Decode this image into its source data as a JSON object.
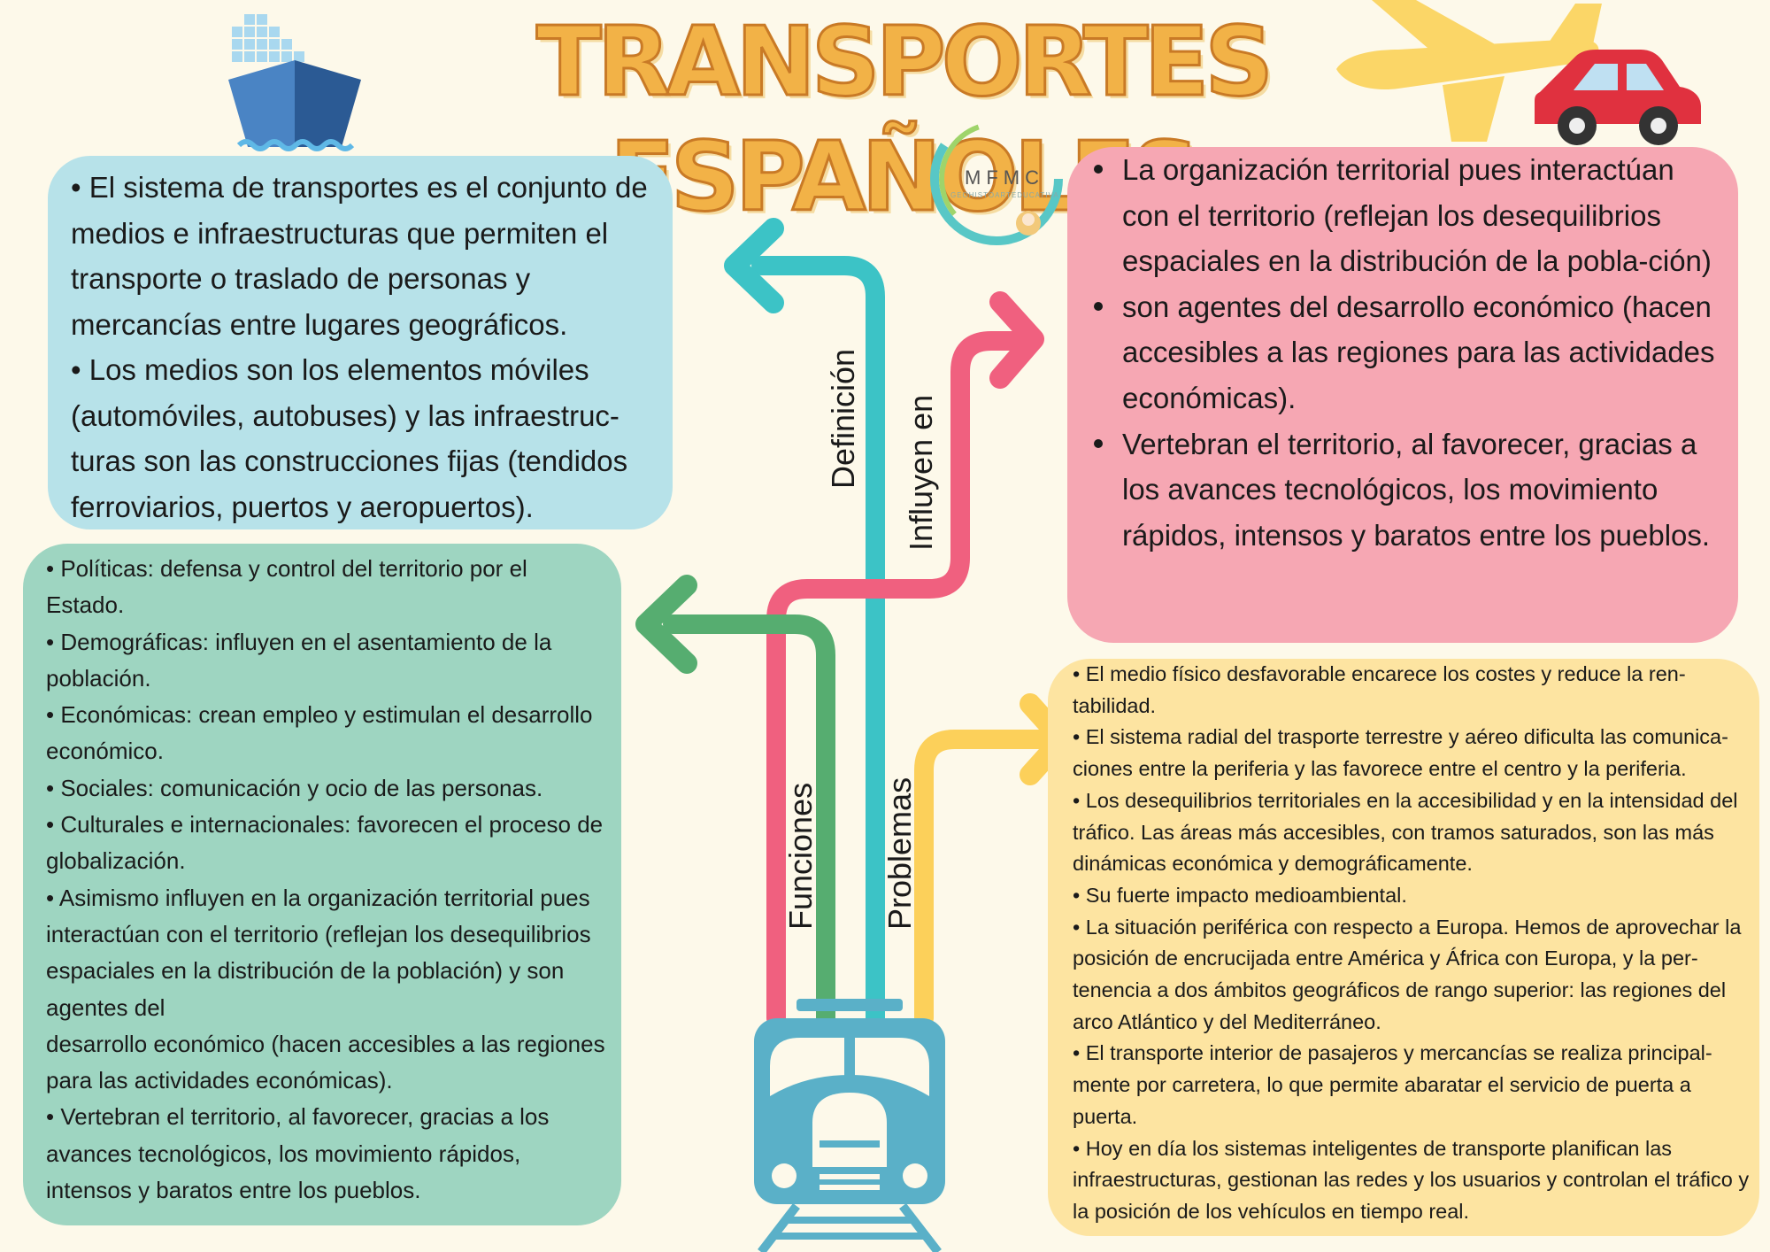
{
  "title": "TRANSPORTES ESPAÑOLES",
  "logo": {
    "text": "MFMC",
    "subtext": "GEOHISTOARTEDUCATIVA"
  },
  "labels": {
    "definicion": "Definición",
    "influyen": "Influyen en",
    "funciones": "Funciones",
    "problemas": "Problemas"
  },
  "definition": [
    "• El sistema de transportes es el conjunto de medios e infraestructuras que permiten el transporte o traslado de personas y mercancías entre lugares geográficos.",
    "• Los medios son los elementos móviles (automóviles, autobuses) y las infraestruc-turas son las construcciones fijas (tendidos ferroviarios, puertos y aeropuertos)."
  ],
  "functions": [
    "• Políticas: defensa y control del territorio por el Estado.",
    "• Demográficas: influyen en el asentamiento de la población.",
    "• Económicas: crean empleo y estimulan el desarrollo económico.",
    "• Sociales: comunicación y ocio de las personas.",
    "• Culturales e internacionales: favorecen el proceso de globalización.",
    "• Asimismo influyen en la organización territorial pues interactúan con el territorio (reflejan los desequilibrios espaciales en la distribución de la población) y son agentes del",
    "desarrollo económico (hacen accesibles a las regiones para las actividades económicas).",
    "• Vertebran el territorio, al favorecer, gracias a los avances tecnológicos, los movimiento rápidos, intensos y baratos entre los pueblos."
  ],
  "influence": [
    "La organización territorial pues interactúan con el territorio (reflejan los desequilibrios espaciales en la distribución de la pobla-ción)",
    "son agentes del desarrollo económico (hacen accesibles a las regiones para las actividades económicas).",
    "Vertebran el territorio, al favorecer, gracias a los avances tecnológicos, los movimiento rápidos, intensos y baratos entre los pueblos."
  ],
  "problems": [
    "• El medio físico desfavorable encarece los costes y reduce la ren-tabilidad.",
    "• El sistema radial del trasporte terrestre y aéreo dificulta las comunica-ciones entre la periferia y las favorece entre el centro y la periferia.",
    "• Los desequilibrios territoriales en la accesibilidad y en la intensidad del tráfico. Las áreas más accesibles, con tramos saturados, son las más dinámicas económica y demográficamente.",
    "• Su fuerte impacto medioambiental.",
    "• La situación periférica con respecto a Europa. Hemos de aprovechar la posición de encrucijada entre América y África con Europa, y la per-tenencia a dos ámbitos geográficos de rango superior: las regiones del arco Atlántico y del Mediterráneo.",
    "• El transporte interior de pasajeros y mercancías se realiza principal-mente por carretera, lo que permite abaratar el servicio de puerta a puerta.",
    "• Hoy en día los sistemas inteligentes de transporte planifican las infraestructuras, gestionan las redes y los usuarios y controlan el tráfico y la posición de los vehículos en tiempo real."
  ],
  "colors": {
    "definition": "#b7e2e9",
    "functions": "#9ed5c1",
    "influence": "#f6a7b3",
    "problems": "#fde4a1",
    "arrow_teal": "#3cc3c6",
    "arrow_pink": "#f0607f",
    "arrow_green": "#56ad70",
    "arrow_yellow": "#fcd05a",
    "train": "#5ab0c8"
  },
  "icons": [
    "ship-icon",
    "airplane-icon",
    "car-icon",
    "train-icon",
    "logo-icon"
  ]
}
